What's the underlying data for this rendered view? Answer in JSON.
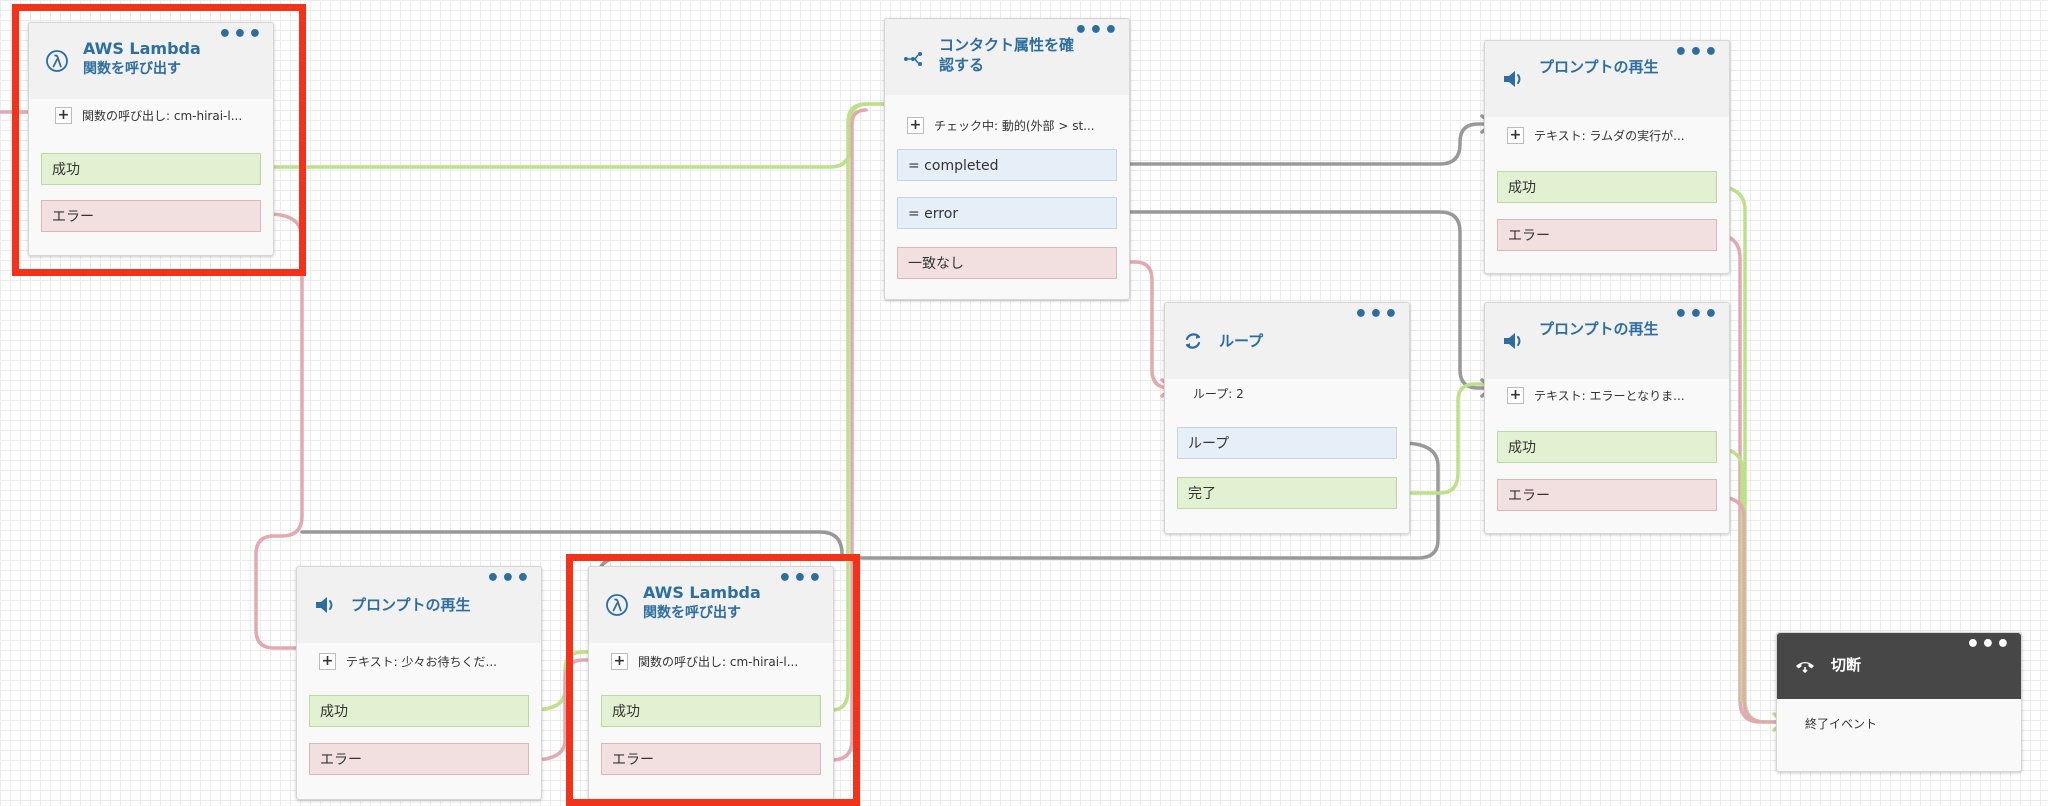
{
  "colors": {
    "success_wire": "#bde08b",
    "error_wire": "#e1aab0",
    "neutral_wire": "#999999",
    "title_blue": "#2e6e9e",
    "highlight": "#f33219"
  },
  "blocks": {
    "lambda1": {
      "icon": "lambda-icon",
      "title_line1": "AWS Lambda",
      "title_line2": "関数を呼び出す",
      "menu": "•••",
      "param": "関数の呼び出し: cm-hirai-l...",
      "branches": [
        "成功",
        "エラー"
      ]
    },
    "check_attr": {
      "icon": "check-attribute-icon",
      "title_line1": "コンタクト属性を確",
      "title_line2": "認する",
      "menu": "•••",
      "param": "チェック中: 動的(外部 > st...",
      "branches": [
        "= completed",
        "= error",
        "一致なし"
      ]
    },
    "prompt_top": {
      "icon": "speaker-icon",
      "title": "プロンプトの再生",
      "menu": "•••",
      "param": "テキスト: ラムダの実行が...",
      "branches": [
        "成功",
        "エラー"
      ]
    },
    "loop": {
      "icon": "loop-icon",
      "title": "ループ",
      "menu": "•••",
      "param": "ループ: 2",
      "branches": [
        "ループ",
        "完了"
      ]
    },
    "prompt_mid": {
      "icon": "speaker-icon",
      "title": "プロンプトの再生",
      "menu": "•••",
      "param": "テキスト: エラーとなりま...",
      "branches": [
        "成功",
        "エラー"
      ]
    },
    "prompt_wait": {
      "icon": "speaker-icon",
      "title": "プロンプトの再生",
      "menu": "•••",
      "param": "テキスト: 少々お待ちくだ...",
      "branches": [
        "成功",
        "エラー"
      ]
    },
    "lambda2": {
      "icon": "lambda-icon",
      "title_line1": "AWS Lambda",
      "title_line2": "関数を呼び出す",
      "menu": "•••",
      "param": "関数の呼び出し: cm-hirai-l...",
      "branches": [
        "成功",
        "エラー"
      ]
    },
    "disconnect": {
      "icon": "hangup-icon",
      "title": "切断",
      "menu": "•••",
      "param": "終了イベント"
    }
  }
}
